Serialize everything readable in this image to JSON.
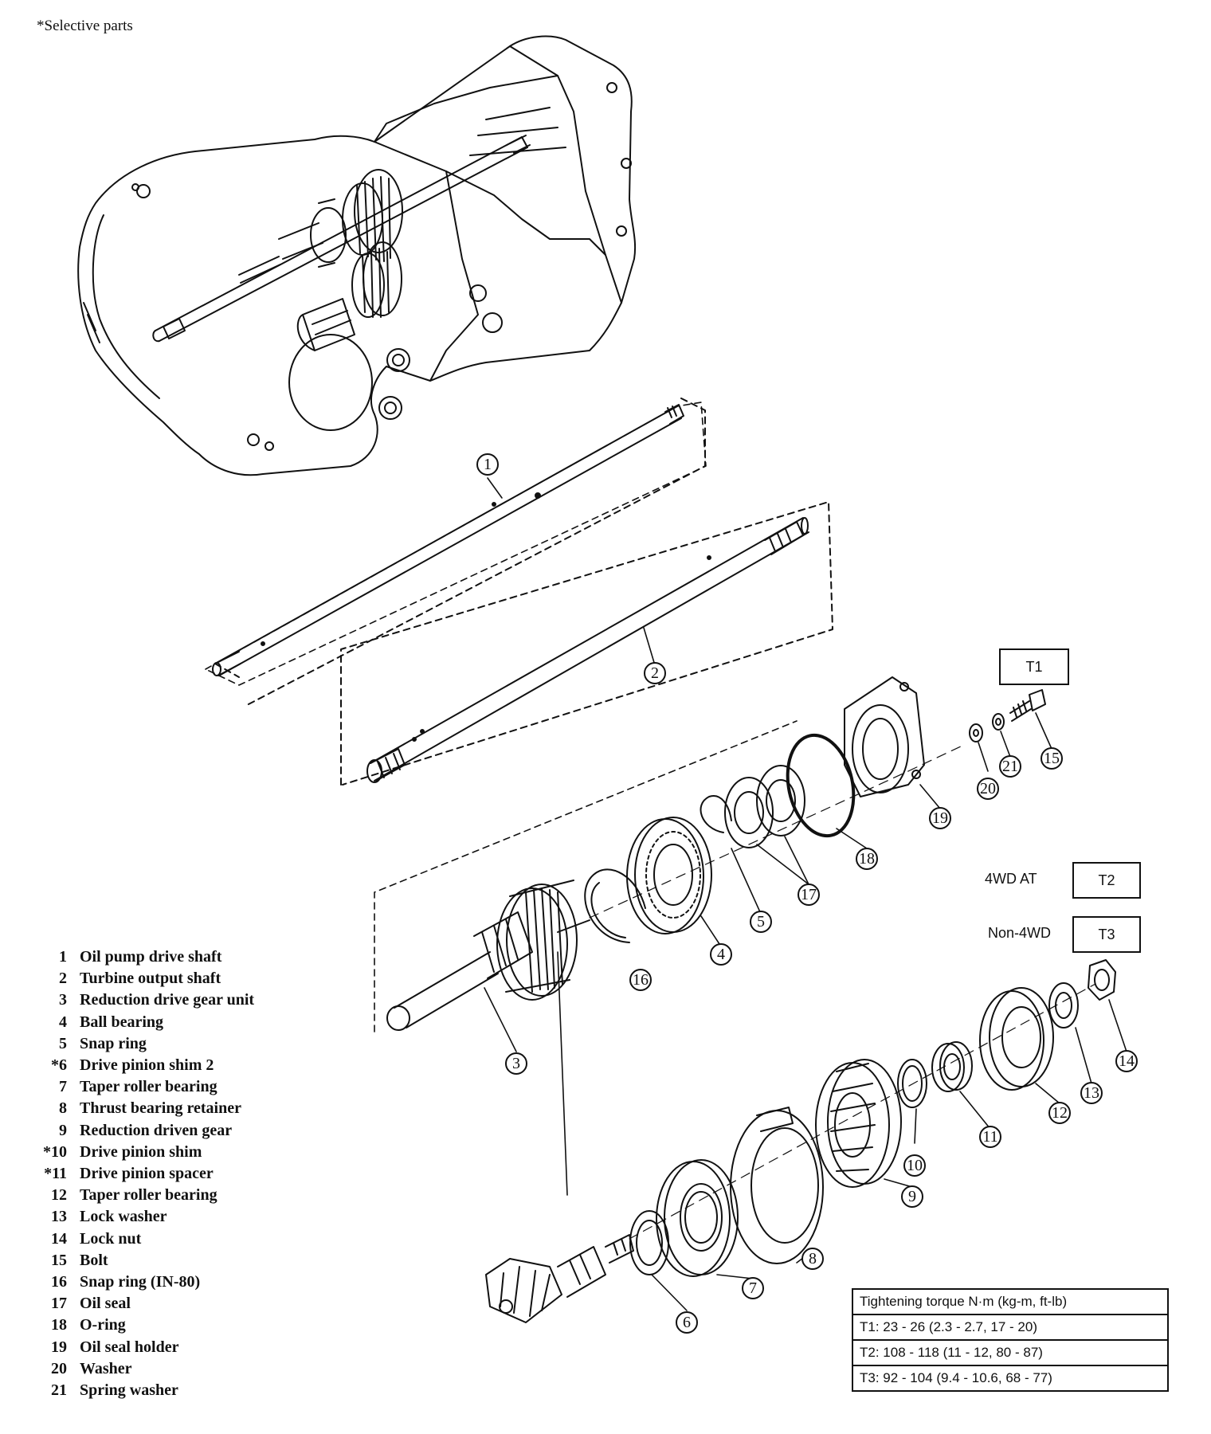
{
  "header_note": "*Selective parts",
  "callouts": [
    "1",
    "2",
    "3",
    "4",
    "5",
    "6",
    "7",
    "8",
    "9",
    "10",
    "11",
    "12",
    "13",
    "14",
    "15",
    "16",
    "17",
    "18",
    "19",
    "20",
    "21"
  ],
  "torque_labels": {
    "t1": "T1",
    "t2": "T2",
    "t3": "T3"
  },
  "conditions": {
    "four_wd_at": "4WD AT",
    "non_four_wd": "Non-4WD"
  },
  "legend": [
    {
      "num": "1",
      "name": "Oil pump drive shaft"
    },
    {
      "num": "2",
      "name": "Turbine output shaft"
    },
    {
      "num": "3",
      "name": "Reduction drive gear unit"
    },
    {
      "num": "4",
      "name": "Ball bearing"
    },
    {
      "num": "5",
      "name": "Snap ring"
    },
    {
      "num": "*6",
      "name": "Drive pinion shim 2"
    },
    {
      "num": "7",
      "name": "Taper roller bearing"
    },
    {
      "num": "8",
      "name": "Thrust bearing retainer"
    },
    {
      "num": "9",
      "name": "Reduction driven gear"
    },
    {
      "num": "*10",
      "name": "Drive pinion shim"
    },
    {
      "num": "*11",
      "name": "Drive pinion spacer"
    },
    {
      "num": "12",
      "name": "Taper roller bearing"
    },
    {
      "num": "13",
      "name": "Lock washer"
    },
    {
      "num": "14",
      "name": "Lock nut"
    },
    {
      "num": "15",
      "name": "Bolt"
    },
    {
      "num": "16",
      "name": "Snap ring (IN-80)"
    },
    {
      "num": "17",
      "name": "Oil seal"
    },
    {
      "num": "18",
      "name": "O-ring"
    },
    {
      "num": "19",
      "name": "Oil seal holder"
    },
    {
      "num": "20",
      "name": "Washer"
    },
    {
      "num": "21",
      "name": "Spring washer"
    }
  ],
  "torque_table": {
    "header": "Tightening torque  N·m (kg-m, ft-lb)",
    "rows": [
      "T1:  23 - 26 (2.3 - 2.7, 17 - 20)",
      "T2:  108 - 118 (11 - 12, 80 - 87)",
      "T3:  92 - 104 (9.4 - 10.6, 68 - 77)"
    ]
  }
}
